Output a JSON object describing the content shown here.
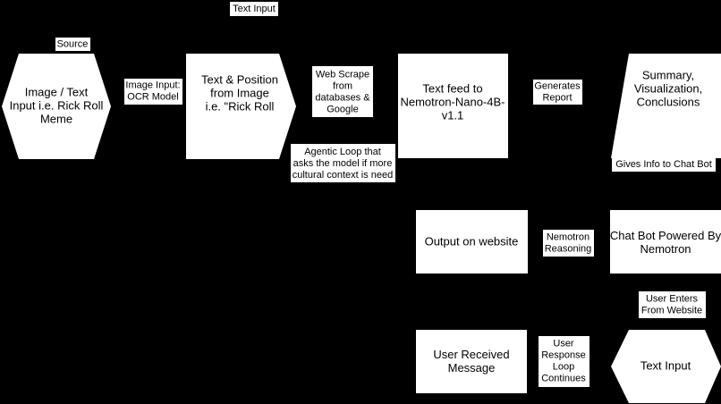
{
  "colors": {
    "background": "#000000",
    "node_fill": "#ffffff",
    "label_fill": "#ffffff",
    "text": "#000000"
  },
  "nodes": {
    "image_input": {
      "lines": [
        "Image / Text",
        "Input i.e. Rick Roll",
        "Meme"
      ]
    },
    "text_position": {
      "lines": [
        "Text & Position",
        "from Image",
        "i.e. \"Rick Roll"
      ]
    },
    "text_feed": {
      "lines": [
        "Text feed to",
        "Nemotron-Nano-4B-",
        "v1.1"
      ]
    },
    "summary": {
      "lines": [
        "Summary,",
        "Visualization,",
        "Conclusions"
      ]
    },
    "chat_bot": {
      "lines": [
        "Chat Bot Powered By",
        "Nemotron"
      ]
    },
    "output_website": {
      "lines": [
        "Output on website"
      ]
    },
    "text_input": {
      "lines": [
        "Text Input"
      ]
    },
    "user_received": {
      "lines": [
        "User Received",
        "Message"
      ]
    }
  },
  "labels": {
    "text_input_top": {
      "lines": [
        "Text Input"
      ]
    },
    "source": {
      "lines": [
        "Source"
      ]
    },
    "image_input_ocr": {
      "lines": [
        "Image Input:",
        "OCR Model"
      ]
    },
    "web_scrape": {
      "lines": [
        "Web Scrape",
        "from",
        "databases &",
        "Google"
      ]
    },
    "agentic_loop": {
      "lines": [
        "Agentic Loop that",
        "asks the model if more",
        "cultural context is need"
      ]
    },
    "generates_report": {
      "lines": [
        "Generates",
        "Report"
      ]
    },
    "gives_info": {
      "lines": [
        "Gives Info to Chat Bot"
      ]
    },
    "nemotron_reasoning": {
      "lines": [
        "Nemotron",
        "Reasoning"
      ]
    },
    "user_enters": {
      "lines": [
        "User Enters",
        "From Website"
      ]
    },
    "user_response": {
      "lines": [
        "User",
        "Response",
        "Loop",
        "Continues"
      ]
    }
  }
}
